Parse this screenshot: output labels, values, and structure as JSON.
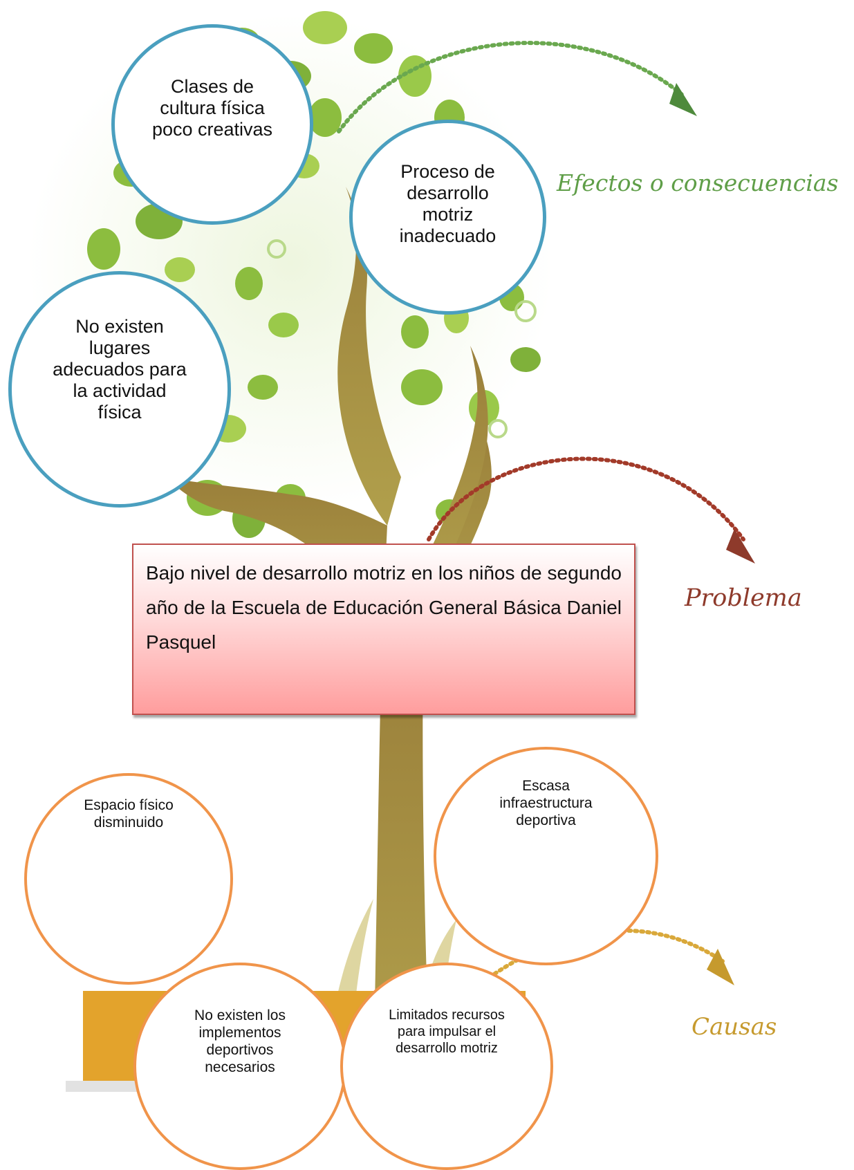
{
  "labels": {
    "effects": "Efectos o consecuencias",
    "problem": "Problema",
    "causes": "Causas"
  },
  "problem_text": "Bajo nivel de desarrollo motriz en los niños de segundo año de la Escuela de Educación General Básica Daniel Pasquel",
  "effects": [
    "Clases de cultura física poco creativas",
    "Proceso de desarrollo motriz inadecuado",
    "No existen lugares adecuados para la actividad física"
  ],
  "causes": [
    "Espacio físico disminuido",
    "Escasa infraestructura deportiva",
    "No existen los implementos deportivos necesarios",
    "Limitados recursos para impulsar el desarrollo motriz"
  ],
  "colors": {
    "effect_border": "#4a9fbf",
    "cause_border": "#f0944a",
    "problem_border": "#c0504d",
    "trunk": "#a5893d",
    "leaf": "#8cbd3f",
    "effects_label": "#5f9e48",
    "problem_label": "#8e3a2b",
    "causes_label": "#c69a2e"
  }
}
